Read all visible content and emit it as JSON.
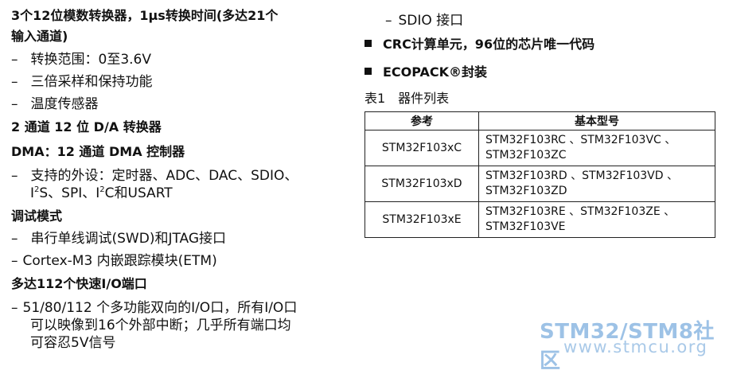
{
  "left": {
    "adc_title_1": "3个12位模数转换器，1μs转换时间(多达21个",
    "adc_title_2": "输入通道)",
    "adc_items": [
      "转换范围：0至3.6V",
      "三倍采样和保持功能",
      "温度传感器"
    ],
    "dac_title": "2 通道 12 位 D/A 转换器",
    "dma_title": "DMA：12 通道 DMA 控制器",
    "dma_item_line1": "支持的外设：定时器、ADC、DAC、SDIO、",
    "dma_item_line2": {
      "i1": "I",
      "s1": "2",
      "t1": "S、SPI、I",
      "s2": "2",
      "t2": "C和USART"
    },
    "debug_title": "调试模式",
    "debug_items": [
      "串行单线调试(SWD)和JTAG接口",
      "Cortex-M3 内嵌跟踪模块(ETM)"
    ],
    "io_title": "多达112个快速I/O端口",
    "io_item": [
      "51/80/112 个多功能双向的I/O口，所有I/O口",
      "可以映像到16个外部中断；几乎所有端口均",
      "可容忍5V信号"
    ]
  },
  "right": {
    "sdio": "SDIO 接口",
    "crc": "CRC计算单元，96位的芯片唯一代码",
    "ecopack": "ECOPACK®封装",
    "table_caption": "表1　器件列表",
    "table": {
      "headers": [
        "参考",
        "基本型号"
      ],
      "rows": [
        {
          "ref": "STM32F103xC",
          "parts": [
            "STM32F103RC 、STM32F103VC 、",
            "STM32F103ZC"
          ]
        },
        {
          "ref": "STM32F103xD",
          "parts": [
            "STM32F103RD 、STM32F103VD 、",
            "STM32F103ZD"
          ]
        },
        {
          "ref": "STM32F103xE",
          "parts": [
            "STM32F103RE 、STM32F103ZE 、",
            "STM32F103VE"
          ]
        }
      ]
    }
  },
  "dash": "–",
  "watermark": {
    "line1": "STM32/STM8社区",
    "line2": "www.stmcu.org"
  }
}
